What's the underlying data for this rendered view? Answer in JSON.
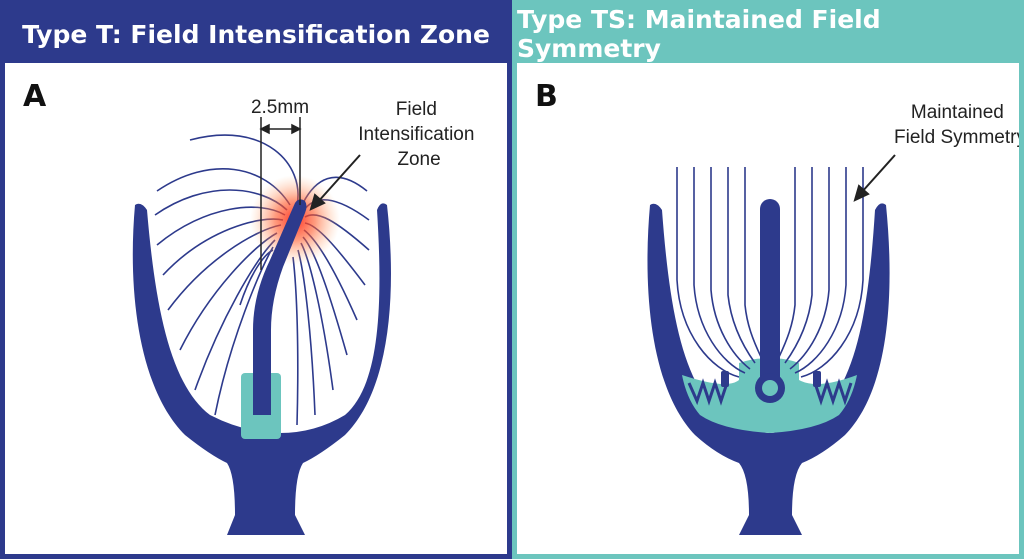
{
  "panel_a": {
    "title": "Type T: Field Intensification Zone",
    "letter": "A",
    "dimension_label": "2.5mm",
    "callout_lines": [
      "Field",
      "Intensification",
      "Zone"
    ]
  },
  "panel_b": {
    "title": "Type TS: Maintained Field Symmetry",
    "letter": "B",
    "callout_lines": [
      "Maintained",
      "Field Symmetry"
    ]
  },
  "colors": {
    "navy": "#2d3a8c",
    "teal": "#6cc5be",
    "hotspot": "#ff3b1f",
    "text": "#222222"
  }
}
